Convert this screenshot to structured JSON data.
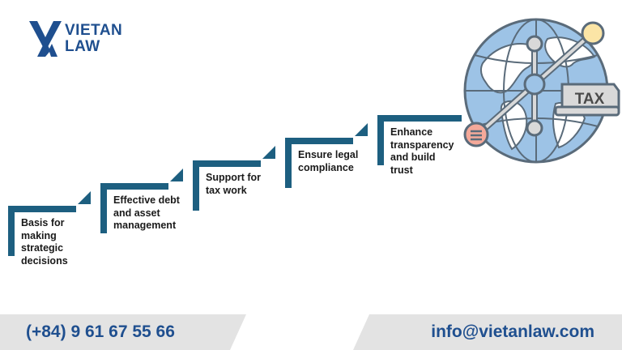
{
  "brand": {
    "name_line1": "VIETAN",
    "name_line2": "LAW"
  },
  "steps": [
    {
      "label": "Basis for\nmaking\nstrategic\ndecisions"
    },
    {
      "label": "Effective debt\nand asset\nmanagement"
    },
    {
      "label": "Support for\ntax work"
    },
    {
      "label": "Ensure legal\ncompliance"
    },
    {
      "label": "Enhance\ntransparency\nand build\ntrust"
    }
  ],
  "illustration": {
    "tag_text": "TAX"
  },
  "footer": {
    "phone": "(+84) 9 61 67 55 66",
    "email": "info@vietanlaw.com"
  },
  "colors": {
    "brand_blue": "#1f4f8f",
    "step_teal": "#1d5f80",
    "footer_gray": "#e3e3e3",
    "globe_blue": "#9dc3e6"
  }
}
